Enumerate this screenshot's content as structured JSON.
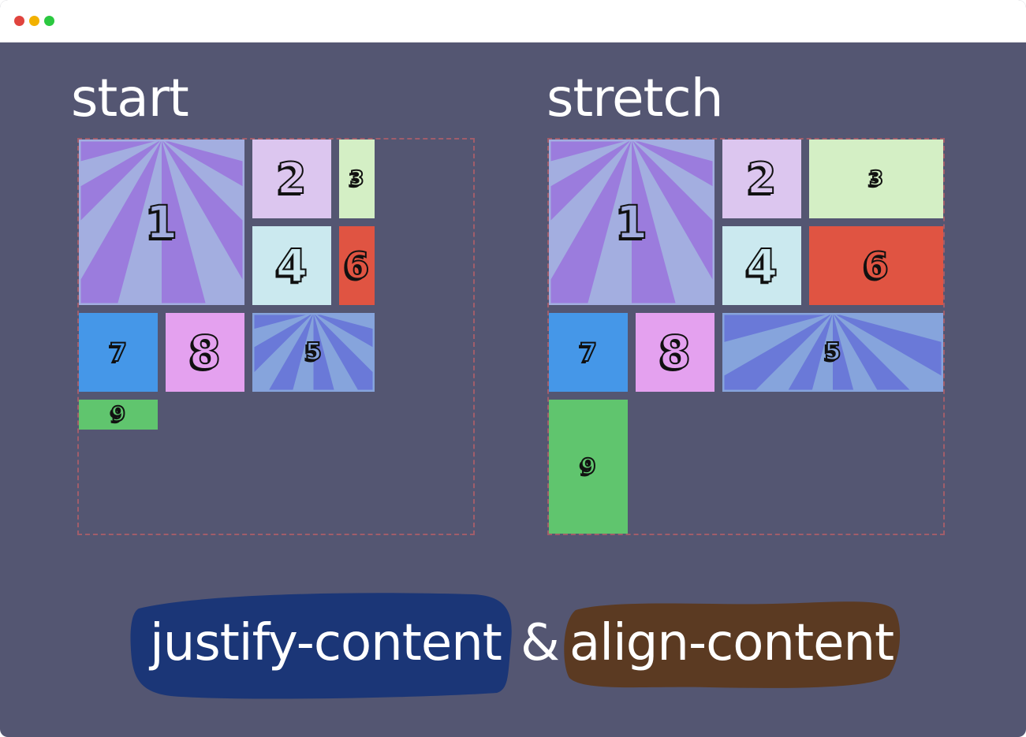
{
  "window": {
    "controls": [
      "close-dot",
      "minimize-dot",
      "maximize-dot"
    ],
    "colors": {
      "close": "#e0443e",
      "minimize": "#f2b100",
      "maximize": "#2bc840",
      "background": "#545672"
    }
  },
  "panels": [
    {
      "title": "start",
      "items": [
        {
          "label": "1",
          "color": "#9b7cdd",
          "rays": true,
          "ray_color": "#a3aee0"
        },
        {
          "label": "2",
          "color": "#dcc6ef"
        },
        {
          "label": "3",
          "color": "#d4efc5"
        },
        {
          "label": "4",
          "color": "#cbe9ef"
        },
        {
          "label": "6",
          "color": "#e05442"
        },
        {
          "label": "7",
          "color": "#4597e8"
        },
        {
          "label": "8",
          "color": "#e4a1ef"
        },
        {
          "label": "5",
          "color": "#6a79d8",
          "rays": true,
          "ray_color": "#86a4dc"
        },
        {
          "label": "9",
          "color": "#60c56e"
        }
      ]
    },
    {
      "title": "stretch",
      "items": [
        {
          "label": "1",
          "color": "#9b7cdd",
          "rays": true,
          "ray_color": "#a3aee0"
        },
        {
          "label": "2",
          "color": "#dcc6ef"
        },
        {
          "label": "3",
          "color": "#d4efc5"
        },
        {
          "label": "4",
          "color": "#cbe9ef"
        },
        {
          "label": "6",
          "color": "#e05442"
        },
        {
          "label": "7",
          "color": "#4597e8"
        },
        {
          "label": "8",
          "color": "#e4a1ef"
        },
        {
          "label": "5",
          "color": "#6a79d8",
          "rays": true,
          "ray_color": "#86a4dc"
        },
        {
          "label": "9",
          "color": "#60c56e"
        }
      ]
    }
  ],
  "footer": {
    "left": "justify-content",
    "ampersand": "&",
    "right": "align-content",
    "left_color": "#1b3677",
    "right_color": "#5b3a22"
  }
}
